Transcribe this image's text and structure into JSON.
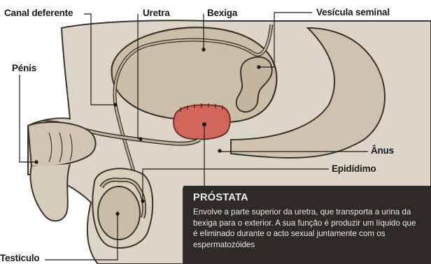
{
  "labels": {
    "canal_deferente": "Canal deferente",
    "uretra": "Uretra",
    "bexiga": "Bexiga",
    "vesicula_seminal": "Vesícula seminal",
    "penis": "Pénis",
    "anus": "Ânus",
    "epididimo": "Epidídimo",
    "testiculo": "Testículo"
  },
  "info_box": {
    "title": "PRÓSTATA",
    "text": "Envolve a parte superior da uretra, que transporta a urina da bexiga para o exterior. A sua função é produzir um líquido que é eliminado durante o acto sexual juntamente com os espermatozóides"
  },
  "colors": {
    "tissue": "#d9d2c3",
    "organ": "#c9bca5",
    "prostate": "#d2665a",
    "outline": "#3a352d",
    "info_background": "#2d2b28"
  }
}
